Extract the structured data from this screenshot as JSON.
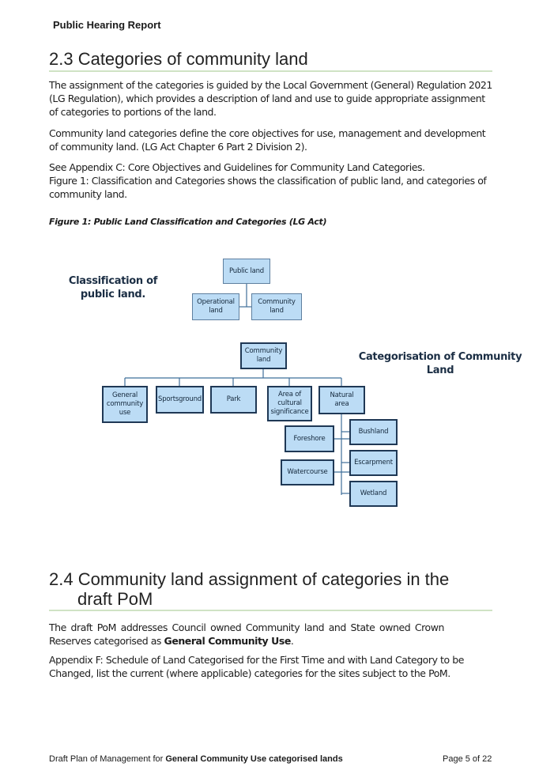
{
  "header": {
    "title": "Public Hearing Report"
  },
  "section_23": {
    "heading": "2.3 Categories of community land",
    "para1": "The assignment of the categories is guided by the Local Government (General) Regulation 2021 (LG Regulation), which provides a description of land and use to guide appropriate assignment of categories to portions of the land.",
    "para2": "Community land categories define the core objectives for use, management and development of community land. (LG Act Chapter 6 Part 2 Division 2).",
    "para3_line1": "See Appendix C: Core Objectives and Guidelines for Community Land Categories.",
    "para3_line2": "Figure 1: Classification and Categories shows the classification of public land, and categories of community land.",
    "figure_caption": "Figure 1: Public Land Classification and Categories (LG Act)"
  },
  "diagram": {
    "classification_label_line1": "Classification of",
    "classification_label_line2": "public land.",
    "categorisation_label_line1": "Categorisation of Community",
    "categorisation_label_line2": "Land",
    "public_land": "Public land",
    "operational_land": [
      "Operational",
      "land"
    ],
    "community_land_top": [
      "Community",
      "land"
    ],
    "community_land": [
      "Community",
      "land"
    ],
    "general_community_use": [
      "General",
      "community",
      "use"
    ],
    "sportsground": "Sportsground",
    "park": "Park",
    "cultural_significance": [
      "Area of",
      "cultural",
      "significance"
    ],
    "natural_area": [
      "Natural",
      "area"
    ],
    "foreshore": "Foreshore",
    "watercourse": "Watercourse",
    "bushland": "Bushland",
    "escarpment": "Escarpment",
    "wetland": "Wetland"
  },
  "section_24": {
    "heading_line1": "2.4 Community land assignment of categories in the",
    "heading_line2": "draft PoM",
    "para1_pre": "The draft PoM addresses Council owned Community land and State owned Crown Reserves categorised as",
    "para1_bold": "General Community Use",
    "para1_post": ".",
    "para2": "Appendix F: Schedule of Land Categorised for the First Time and with Land Category to be Changed, list the current (where applicable) categories for the sites subject to the PoM."
  },
  "footer": {
    "left_pre": "Draft Plan of Management for",
    "left_bold": "General Community Use categorised lands",
    "right": "Page 5 of 22"
  }
}
